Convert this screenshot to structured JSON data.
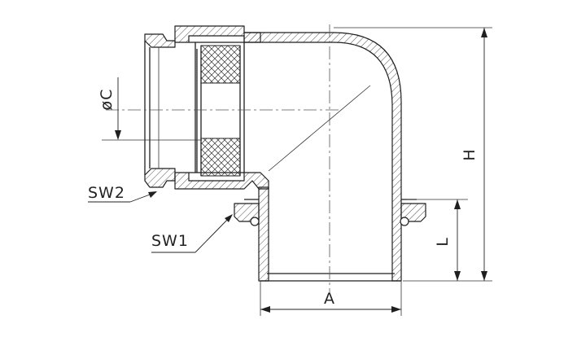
{
  "labels": {
    "dim_diameter": "øC",
    "dim_socket_width": "SW2",
    "dim_nut_width": "SW1",
    "dim_height": "H",
    "dim_length": "L",
    "dim_outer_diameter": "A"
  }
}
